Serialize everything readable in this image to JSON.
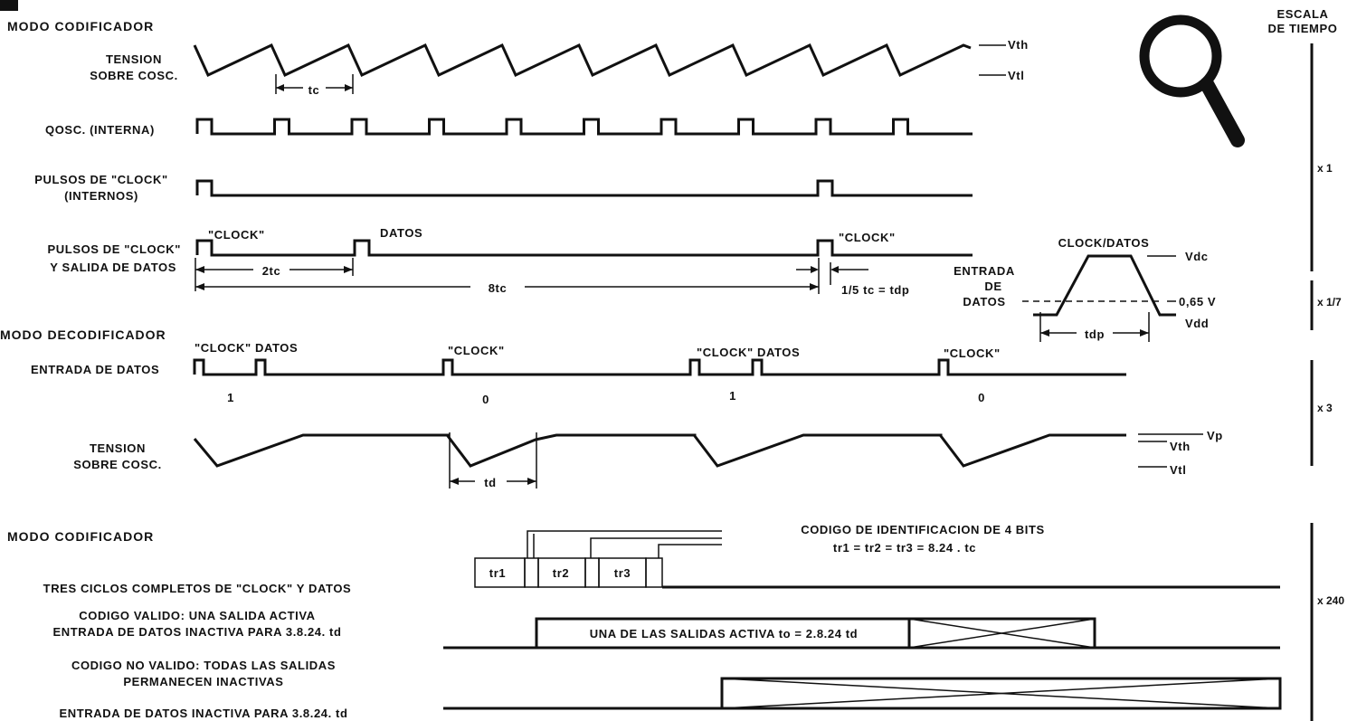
{
  "page": {
    "corner_mark": ""
  },
  "scale": {
    "title_line1": "ESCALA",
    "title_line2": "DE TIEMPO",
    "x1": "x 1",
    "x1_7": "x 1/7",
    "x3": "x 3",
    "x240": "x 240"
  },
  "encoder": {
    "mode_title": "MODO CODIFICADOR",
    "tension_label_1": "TENSION",
    "tension_label_2": "SOBRE COSC.",
    "vth": "Vth",
    "vtl": "Vtl",
    "tc": "tc",
    "qosc_label": "QOSC. (INTERNA)",
    "clock_pulses_label_1": "PULSOS DE \"CLOCK\"",
    "clock_pulses_label_2": "(INTERNOS)",
    "clock_data_label_1": "PULSOS DE \"CLOCK\"",
    "clock_data_label_2": "Y SALIDA DE DATOS",
    "clock_word_1": "\"CLOCK\"",
    "datos_word": "DATOS",
    "clock_word_2": "\"CLOCK\"",
    "two_tc": "2tc",
    "eight_tc": "8tc",
    "fifth_tc": "1/5 tc = tdp"
  },
  "inset": {
    "title": "CLOCK/DATOS",
    "entrada_1": "ENTRADA",
    "entrada_2": "DE",
    "entrada_3": "DATOS",
    "vdc": "Vdc",
    "v065": "0,65 V",
    "vdd": "Vdd",
    "tdp": "tdp"
  },
  "decoder": {
    "mode_title": "MODO DECODIFICADOR",
    "clock_datos_1": "\"CLOCK\" DATOS",
    "clock_1": "\"CLOCK\"",
    "clock_datos_2": "\"CLOCK\" DATOS",
    "clock_2": "\"CLOCK\"",
    "entrada_label": "ENTRADA DE DATOS",
    "bits": [
      "1",
      "0",
      "1",
      "0"
    ],
    "tension_label_1": "TENSION",
    "tension_label_2": "SOBRE COSC.",
    "vp": "Vp",
    "vth": "Vth",
    "vtl": "Vtl",
    "td": "td"
  },
  "encoder2": {
    "mode_title": "MODO CODIFICADOR",
    "code_title": "CODIGO DE IDENTIFICACION DE 4 BITS",
    "code_formula": "tr1 = tr2 = tr3 = 8.24 . tc",
    "three_cycles": "TRES CICLOS COMPLETOS DE \"CLOCK\" Y DATOS",
    "tr1": "tr1",
    "tr2": "tr2",
    "tr3": "tr3",
    "valid_1": "CODIGO VALIDO: UNA SALIDA ACTIVA",
    "valid_2": "ENTRADA DE DATOS INACTIVA PARA 3.8.24. td",
    "valid_box": "UNA DE LAS SALIDAS ACTIVA to = 2.8.24 td",
    "invalid_1": "CODIGO NO VALIDO: TODAS LAS SALIDAS",
    "invalid_2": "PERMANECEN INACTIVAS",
    "inactive": "ENTRADA DE DATOS INACTIVA PARA 3.8.24. td"
  },
  "icons": {
    "magnifier": "magnifier-icon"
  }
}
